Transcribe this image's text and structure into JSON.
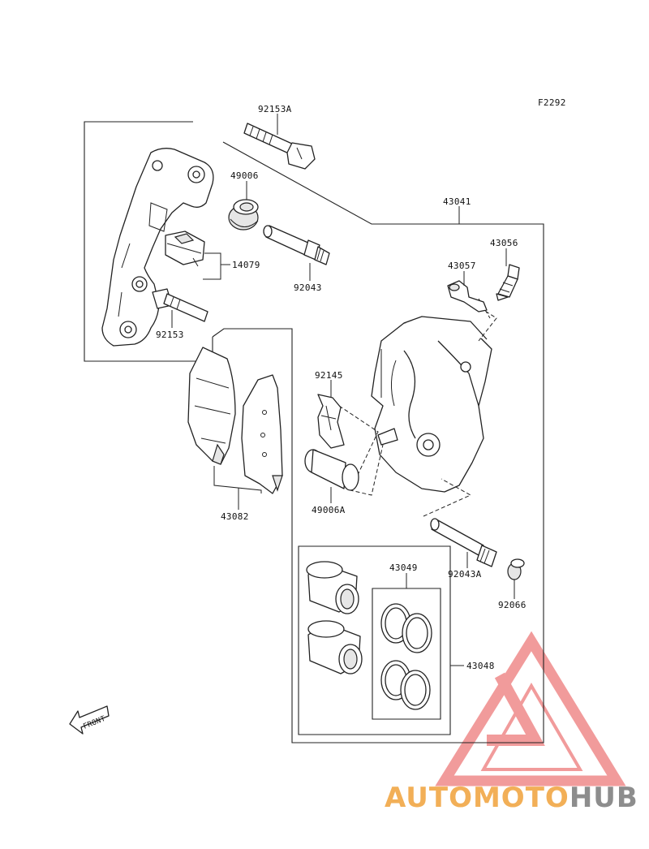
{
  "figure_code": "F2292",
  "direction_label": "FRONT",
  "part_numbers": {
    "p92153A": "92153A",
    "p49006": "49006",
    "p43041": "43041",
    "p43056": "43056",
    "p43057": "43057",
    "p14079": "14079",
    "p92043": "92043",
    "p92153": "92153",
    "p92145": "92145",
    "p49006A": "49006A",
    "p43082": "43082",
    "p92043A": "92043A",
    "p92066": "92066",
    "p43049": "43049",
    "p43048": "43048"
  },
  "watermark": {
    "part1": "AUTOMOTO",
    "part2": "HUB",
    "color1": "#f0a23a",
    "color2": "#7a7a7a",
    "triangle_color": "#e85a5a"
  }
}
